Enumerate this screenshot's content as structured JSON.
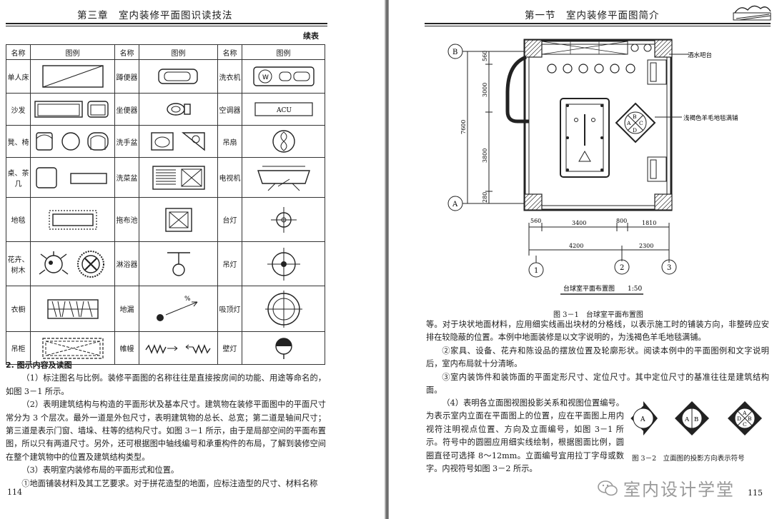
{
  "left_page": {
    "header": "第三章　室内装修平面图识读技法",
    "continued": "续表",
    "table": {
      "headers": [
        "名称",
        "图例",
        "名称",
        "图例",
        "名称",
        "图例"
      ],
      "rows": [
        [
          "单人床",
          "蹲便器",
          "洗衣机"
        ],
        [
          "沙发",
          "坐便器",
          "空调器"
        ],
        [
          "凳、椅",
          "洗手盆",
          "吊扇"
        ],
        [
          "桌、茶几",
          "洗菜盆",
          "电视机"
        ],
        [
          "地毯",
          "拖布池",
          "台灯"
        ],
        [
          "花卉、树木",
          "淋浴器",
          "吊灯"
        ],
        [
          "衣橱",
          "地漏",
          "吸顶灯"
        ],
        [
          "吊柜",
          "帷幔",
          "壁灯"
        ]
      ],
      "symbol_texts": {
        "washer": "W",
        "ac": "ACU",
        "floor_drain": "%"
      }
    },
    "section_heading": "2. 图示内容及读图",
    "paragraphs": [
      "（1）标注图名与比例。装修平面图的名称往往是直接按房间的功能、用途等命名的，如图 3－1 所示。",
      "（2）表明建筑结构与构造的平面形状及基本尺寸。建筑物在装修平面图中的平面尺寸常分为 3 个层次。最外一道是外包尺寸，表明建筑物的总长、总宽；第二道是轴间尺寸；第三道是表示门窗、墙垛、柱等的结构尺寸。如图 3－1 所示，由于是局部空间的平面布置图，所以只有两道尺寸。另外，还可根据图中轴线编号和承重构件的布局，了解到装修空间在整个建筑物中的位置及建筑结构类型。",
      "（3）表明室内装修布局的平面形式和位置。",
      "①地面铺装材料及其工艺要求。对于拼花造型的地面，应标注造型的尺寸、材料名称"
    ],
    "page_number": "114"
  },
  "right_page": {
    "header": "第一节　室内装修平面图简介",
    "plan": {
      "label_bar": "酒水吧台",
      "label_carpet": "浅褐色羊毛地毯满铺",
      "axis_b": "B",
      "axis_a": "A",
      "axis_1": "1",
      "axis_2": "2",
      "axis_3": "3",
      "dim_v_560": "560",
      "dim_v_3000": "3000",
      "dim_v_7600": "7600",
      "dim_v_3800": "3800",
      "dim_v_280": "280",
      "dim_h_560": "560",
      "dim_h_3400": "3400",
      "dim_h_800": "800",
      "dim_h_1810": "1810",
      "dim_h_4200": "4200",
      "dim_h_2300": "2300",
      "view_a": "A",
      "view_b": "B",
      "view_c": "C",
      "view_d": "D",
      "title": "台球室平面布置图",
      "scale": "1:50"
    },
    "figure1_caption": "图 3－1　台球室平面布置图",
    "paragraphs": [
      "等。对于块状地面材料，应用细实线画出块材的分格线，以表示施工时的铺装方向，非整砖应安排在较隐蔽的位置。本例中地面装修是以文字说明的，为浅褐色羊毛地毯满铺。",
      "②家具、设备、花卉和陈设品的摆放位置及轮廓形状。阅读本例中的平面图例和文字说明后，室内布局就十分清晰。",
      "③室内装饰件和装饰面的平面定形尺寸、定位尺寸。其中定位尺寸的基准往往是建筑结构面。"
    ],
    "para4": "（4）表明各立面图视图投影关系和视图位置编号。为表示室内立面在平面图上的位置，应在平面图上用内视符注明视点位置、方向及立面编号，如图 3－1 所示。符号中的圆圈应用细实线绘制，根据图面比例，圆圈直径可选择 8～12mm。立面编号宜用拉丁字母或数字。内视符号如图 3－2 所示。",
    "symbols": {
      "s1": "A",
      "s2a": "A",
      "s2b": "B",
      "s3a": "A",
      "s3b": "B",
      "s3c": "C",
      "s3d": "D"
    },
    "figure2_caption": "图 3－2　立面图的投影方向表示符号",
    "watermark": "室内设计学堂",
    "page_number": "115"
  }
}
